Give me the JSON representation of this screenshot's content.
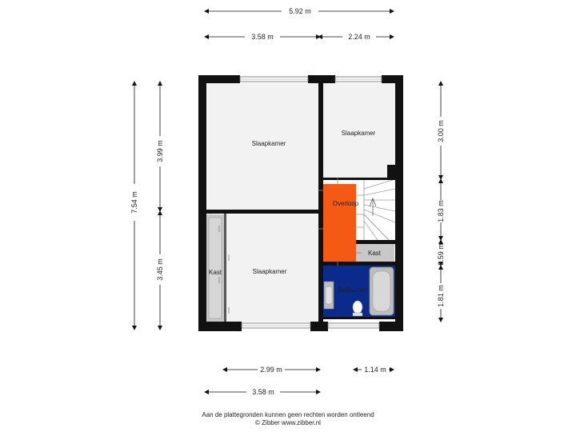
{
  "rooms": {
    "bedroom_top_left": "Slaapkamer",
    "bedroom_top_right": "Slaapkamer",
    "bedroom_bottom": "Slaapkamer",
    "landing": "Overloop",
    "closet_right": "Kast",
    "closet_left": "Kast",
    "bathroom": "Badkamer"
  },
  "dimensions": {
    "top_total": "5.92 m",
    "top_left": "3.58 m",
    "top_right": "2.24 m",
    "left_total": "7.54 m",
    "left_upper": "3.99 m",
    "left_lower": "3.45 m",
    "right_upper": "3.00 m",
    "right_mid": "1.83 m",
    "right_small": "0.59 m",
    "right_lower": "1.81 m",
    "bottom_left": "2.99 m",
    "bottom_right": "1.14 m",
    "bottom_total": "3.58 m"
  },
  "footer": {
    "disclaimer": "Aan de plattegronden kunnen geen rechten worden ontleend",
    "credit": "© Zibber www.zibber.nl"
  },
  "colors": {
    "wall": "#111111",
    "room_floor": "#f2f2f2",
    "landing": "#f55a14",
    "bathroom": "#0a2a8c",
    "closet": "#c8c8c8"
  }
}
